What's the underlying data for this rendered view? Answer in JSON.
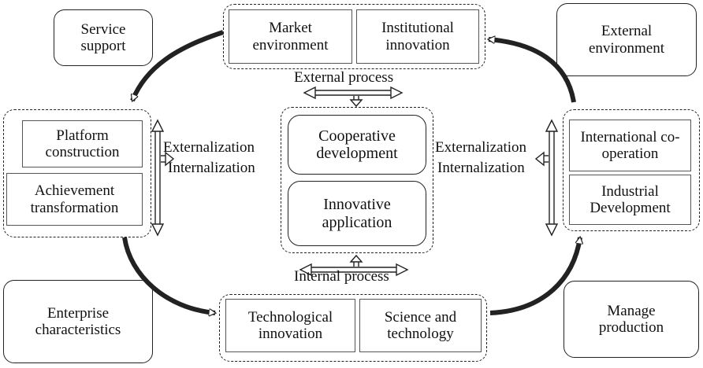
{
  "corner_boxes": {
    "service_support": "Service support",
    "external_environment": "External environment",
    "enterprise_characteristics": "Enterprise characteristics",
    "manage_production": "Manage production"
  },
  "top_group": {
    "market_environment": "Market environment",
    "institutional_innovation": "Institutional innovation"
  },
  "left_group": {
    "platform_construction": "Platform construction",
    "achievement_transformation": "Achievement transformation"
  },
  "right_group": {
    "international_cooperation": "International co-operation",
    "industrial_development": "Industrial Development"
  },
  "bottom_group": {
    "technological_innovation": "Technological innovation",
    "science_and_technology": "Science and technology"
  },
  "center_group": {
    "cooperative_development": "Cooperative development",
    "innovative_application": "Innovative application"
  },
  "labels": {
    "external_process": "External process",
    "internal_process": "Internal process",
    "externalization_left": "Externalization",
    "internalization_left": "Internalization",
    "externalization_right": "Externalization",
    "internalization_right": "Internalization"
  }
}
